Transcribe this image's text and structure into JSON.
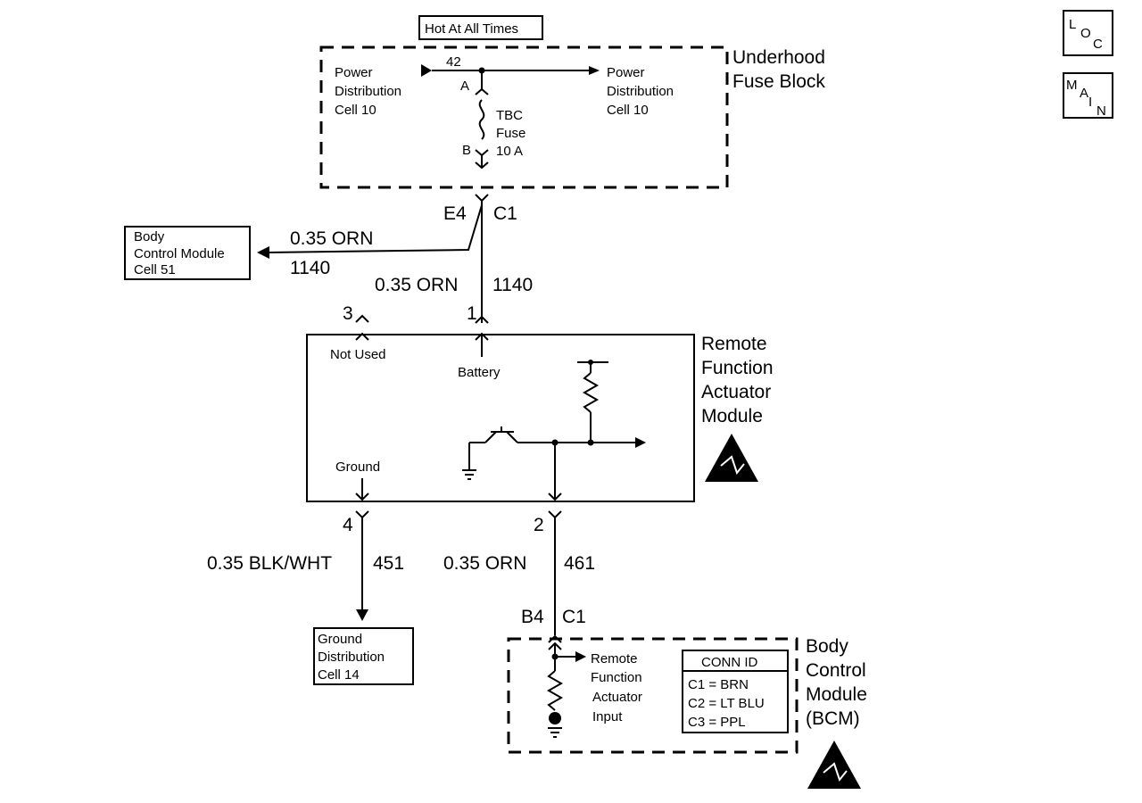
{
  "navigation": {
    "loc_letters": [
      "L",
      "O",
      "C"
    ],
    "main_letters": [
      "M",
      "A",
      "I",
      "N"
    ]
  },
  "hot_at_all_times": "Hot At All Times",
  "fuse_block": {
    "title_lines": [
      "Underhood",
      "Fuse Block"
    ],
    "left_ref": [
      "Power",
      "Distribution",
      "Cell 10"
    ],
    "right_ref": [
      "Power",
      "Distribution",
      "Cell 10"
    ],
    "circuit": "42",
    "terminal_a": "A",
    "terminal_b": "B",
    "fuse_lines": [
      "TBC",
      "Fuse",
      "10 A"
    ]
  },
  "connector_top": {
    "pin": "E4",
    "connector": "C1"
  },
  "bcm_ref": [
    "Body",
    "Control Module",
    "Cell 51"
  ],
  "wire_bcm": {
    "gauge_color": "0.35 ORN",
    "circuit": "1140"
  },
  "wire_main": {
    "gauge_color": "0.35 ORN",
    "circuit": "1140"
  },
  "rfa_module": {
    "title_lines": [
      "Remote",
      "Function",
      "Actuator",
      "Module"
    ],
    "pin_not_used": "3",
    "pin_battery": "1",
    "pin_ground": "4",
    "pin_output": "2",
    "not_used_label": "Not Used",
    "battery_label": "Battery",
    "ground_label": "Ground"
  },
  "wire_ground": {
    "gauge_color": "0.35 BLK/WHT",
    "circuit": "451"
  },
  "wire_output": {
    "gauge_color": "0.35 ORN",
    "circuit": "461"
  },
  "ground_ref": [
    "Ground",
    "Distribution",
    "Cell 14"
  ],
  "connector_bottom": {
    "pin": "B4",
    "connector": "C1"
  },
  "bcm": {
    "title_lines": [
      "Body",
      "Control",
      "Module",
      "(BCM)"
    ],
    "input_lines": [
      "Remote",
      "Function",
      "Actuator",
      "Input"
    ],
    "conn_id_title": "CONN ID",
    "conn_id_rows": [
      "C1 = BRN",
      "C2 = LT BLU",
      "C3 = PPL"
    ]
  }
}
